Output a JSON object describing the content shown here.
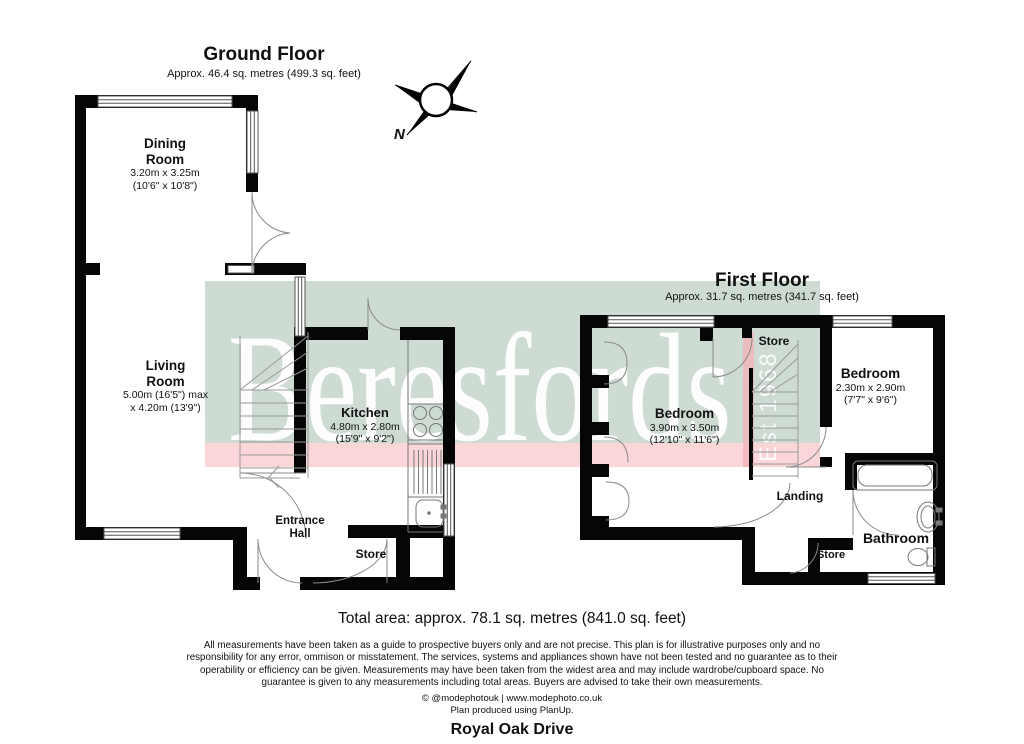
{
  "property": {
    "name": "Royal Oak Drive"
  },
  "watermark": {
    "brand": "Beresfords",
    "established": "Est 1968",
    "band_green": "#cddbd3",
    "band_pink": "#fad6d8",
    "stripe_red": "#f2b4b9"
  },
  "compass": {
    "north_label": "N"
  },
  "ground_floor": {
    "title": "Ground Floor",
    "area": "Approx. 46.4 sq. metres (499.3 sq. feet)",
    "rooms": {
      "dining": {
        "name": "Dining\nRoom",
        "size_metric": "3.20m x 3.25m",
        "size_imperial": "(10'6\" x 10'8\")"
      },
      "living": {
        "name": "Living\nRoom",
        "size_metric": "5.00m (16'5\") max",
        "size_imperial": "x 4.20m (13'9\")"
      },
      "kitchen": {
        "name": "Kitchen",
        "size_metric": "4.80m x 2.80m",
        "size_imperial": "(15'9\" x 9'2\")"
      },
      "entrance_hall": {
        "name": "Entrance\nHall"
      },
      "store": {
        "name": "Store"
      }
    }
  },
  "first_floor": {
    "title": "First Floor",
    "area": "Approx. 31.7 sq. metres (341.7 sq. feet)",
    "rooms": {
      "bedroom_main": {
        "name": "Bedroom",
        "size_metric": "3.90m x 3.50m",
        "size_imperial": "(12'10\" x 11'6\")"
      },
      "bedroom_second": {
        "name": "Bedroom",
        "size_metric": "2.30m x 2.90m",
        "size_imperial": "(7'7\" x 9'6\")"
      },
      "store_stairs": {
        "name": "Store"
      },
      "landing": {
        "name": "Landing"
      },
      "bathroom": {
        "name": "Bathroom"
      },
      "store_landing": {
        "name": "Store"
      }
    }
  },
  "summary": {
    "total_area": "Total area: approx. 78.1 sq. metres (841.0 sq. feet)"
  },
  "disclaimer": {
    "text": "All measurements have been taken as a guide to prospective buyers only and are not precise. This plan is for illustrative purposes only and no\nresponsibility for any error, ommison or misstatement. The services, systems and appliances shown have not been tested and no guarantee as to their\noperability or efficiency can be given. Measurements may have been taken from the widest area and may include wardrobe/cupboard space. No\nguarantee is given to any measurements including total areas. Buyers are advised to take their own measurements."
  },
  "credits": {
    "line1": "© @modephotouk | www.modephoto.co.uk",
    "line2": "Plan produced using PlanUp."
  }
}
